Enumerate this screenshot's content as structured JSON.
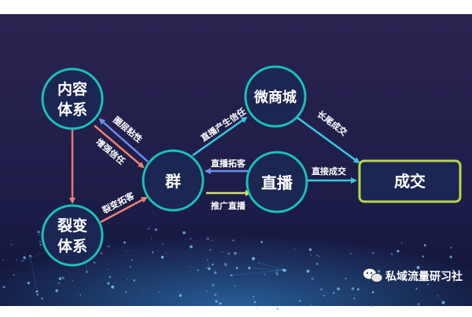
{
  "nodes": {
    "content": {
      "line1": "内容",
      "line2": "体系"
    },
    "fission": {
      "line1": "裂变",
      "line2": "体系"
    },
    "group": {
      "label": "群"
    },
    "mall": {
      "label": "微商城"
    },
    "live": {
      "label": "直播"
    },
    "deal": {
      "label": "成交"
    }
  },
  "edges": {
    "consolidate": "圈层粘性",
    "trust": "增强信任",
    "fission_expand": "裂变拓客",
    "live_trust": "直播产生信任",
    "live_expand": "直播拓客",
    "promote_live": "推广直播",
    "long_tail": "长尾成交",
    "direct_deal": "直接成交"
  },
  "watermark": {
    "text": "私域流量研习社",
    "icon": "wechat-icon"
  },
  "colors": {
    "background_top": "#2b2350",
    "background_bottom": "#17193f",
    "node_stroke_teal": "#19c1b6",
    "deal_stroke": "#b8d84a",
    "arrow_blue": "#6d8df0",
    "arrow_salmon": "#e9836e",
    "arrow_salmon_alt": "#e5786d",
    "arrow_cyan": "#39c7e0",
    "arrow_yellow_green": "#d9de6a"
  }
}
